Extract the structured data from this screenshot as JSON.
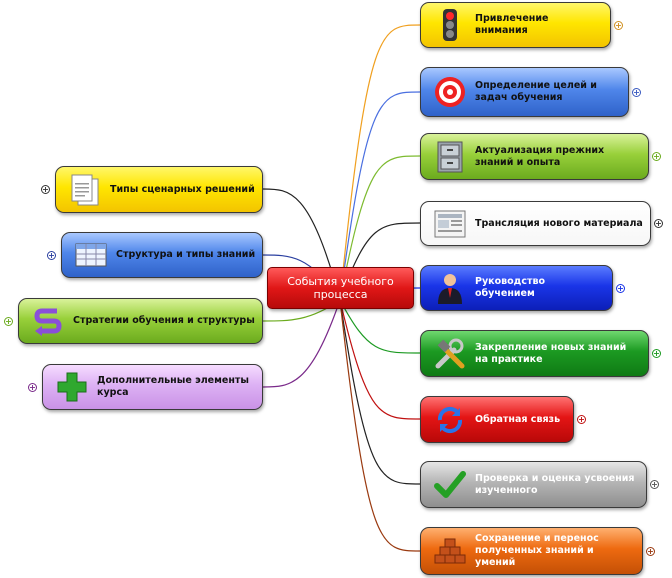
{
  "center": {
    "label": "События учебного процесса",
    "color": "#e01717"
  },
  "right_branches": [
    {
      "label": "Привлечение внимания",
      "icon": "traffic-light-icon",
      "color": "#ffe600",
      "line": "#f0a020"
    },
    {
      "label": "Определение целей и задач обучения",
      "icon": "target-icon",
      "color": "#4f86ea",
      "line": "#4a6fe0"
    },
    {
      "label": "Актуализация прежних знаний и опыта",
      "icon": "file-cabinet-icon",
      "color": "#98d03a",
      "line": "#7dbb30"
    },
    {
      "label": "Трансляция нового материала",
      "icon": "document-icon",
      "color": "#ffffff",
      "line": "#222222"
    },
    {
      "label": "Руководство обучением",
      "icon": "person-icon",
      "color": "#1a35e8",
      "line": "#1a35e8"
    },
    {
      "label": "Закрепление новых знаний на практике",
      "icon": "tools-icon",
      "color": "#1c9a22",
      "line": "#1c9a22"
    },
    {
      "label": "Обратная связь",
      "icon": "refresh-arrows-icon",
      "color": "#e41515",
      "line": "#c01010"
    },
    {
      "label": "Проверка и оценка усвоения изученного",
      "icon": "check-icon",
      "color": "#b5b5b5",
      "line": "#222222"
    },
    {
      "label": "Сохранение и перенос полученных знаний и умений",
      "icon": "bricks-icon",
      "color": "#ee6a10",
      "line": "#9a3a10"
    }
  ],
  "left_branches": [
    {
      "label": "Типы сценарных решений",
      "icon": "documents-icon",
      "color": "#ffe600",
      "line": "#222222"
    },
    {
      "label": "Структура и типы знаний",
      "icon": "table-icon",
      "color": "#4f86ea",
      "line": "#2a3fa0"
    },
    {
      "label": "Стратегии обучения и структуры",
      "icon": "s-arrow-icon",
      "color": "#98d03a",
      "line": "#6bab1e"
    },
    {
      "label": "Дополнительные элементы курса",
      "icon": "plus-cross-icon",
      "color": "#ddb1f4",
      "line": "#7a2a8a"
    }
  ],
  "expand_glyph": "+"
}
